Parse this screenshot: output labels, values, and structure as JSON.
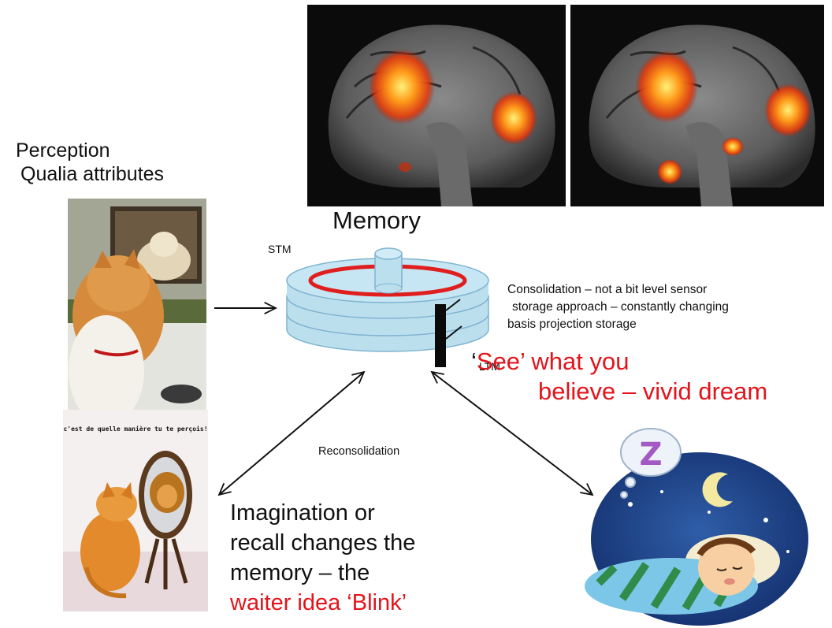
{
  "perception": {
    "line1": "Perception",
    "line2": "Qualia attributes"
  },
  "memory": {
    "title": "Memory",
    "stm": "STM",
    "ltm": "LTM",
    "consolidation": {
      "line1": "Consolidation – not a bit level sensor",
      "line2": "storage approach – constantly changing",
      "line3": "basis projection storage"
    },
    "see_believe": {
      "quote": "‘",
      "line1": "See’ what you",
      "line2": "believe – vivid dream"
    },
    "reconsolidation": "Reconsolidation"
  },
  "imagination": {
    "line1": "Imagination or",
    "line2": "recall changes  the",
    "line3": "memory – the",
    "line4": "waiter idea ‘Blink’"
  },
  "kitten_mirror_caption": {
    "line1": "c'est de quelle manière tu te perçois!"
  },
  "colors": {
    "accent_red": "#e3141b",
    "disk": "#bcdfee",
    "ring": "#e01e1e"
  }
}
